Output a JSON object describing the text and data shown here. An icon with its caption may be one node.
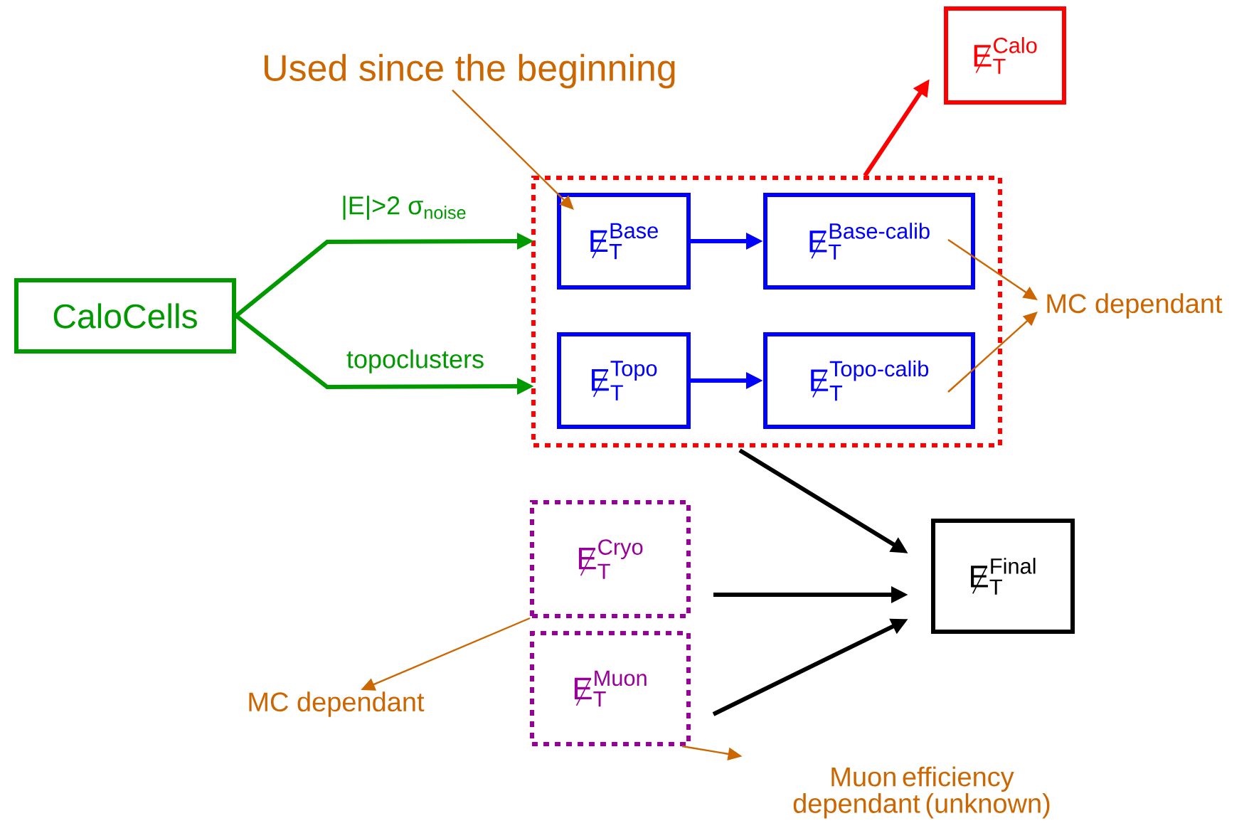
{
  "diagram": {
    "nodes": [
      {
        "text": [
          "CaloCells"
        ]
      },
      {
        "text": [],
        "shape": "box"
      },
      {
        "text": [
          "\\not\\mathrel{\\text{E}}_{\\text{T}}^{\\text{Base}}"
        ],
        "in": 1
      },
      {
        "text": [
          "\\not\\mathrel{\\text{E}}_{\\text{T}}^{\\text{Base-calib}}"
        ],
        "in": 1
      },
      {
        "text": [
          "\\not\\mathrel{\\text{E}}_{\\text{T}}^{\\text{Topo}}"
        ],
        "in": 1
      },
      {
        "text": [
          "\\not\\mathrel{\\text{E}}_{\\text{T}}^{\\text{Topo-calib}}"
        ],
        "in": 1
      },
      {
        "text": [
          "\\not\\mathrel{\\text{E}}_{\\text{T}}^{\\text{Calo}}"
        ]
      },
      {
        "text": [
          "\\not\\mathrel{\\text{E}}_{\\text{T}}^{\\text{Cryo}}"
        ]
      },
      {
        "text": [
          "\\not\\mathrel{\\text{E}}_{\\text{T}}^{\\text{Muon}}"
        ]
      },
      {
        "text": [
          "\\not\\mathrel{\\text{E}}_{\\text{T}}^{\\text{Final}}"
        ]
      },
      {
        "text": [
          "Used since the beginning"
        ]
      },
      {
        "text": [
          "MC dependant"
        ]
      },
      {
        "text": [
          "MC dependant"
        ]
      },
      {
        "text": [
          "Muon efficiency dependant (unknown)"
        ]
      }
    ],
    "edges": [
      {
        "from": 0,
        "to": 2,
        "arrow": "to",
        "label": "|E|>2 σ$_{noise}$",
        "color": "#009900"
      },
      {
        "from": 0,
        "to": 4,
        "arrow": "to",
        "label": "topoclusters",
        "color": "#009900"
      },
      {
        "from": 2,
        "to": 3,
        "arrow": "to",
        "color": "#0000ff"
      },
      {
        "from": 4,
        "to": 5,
        "arrow": "to",
        "color": "#0000ff"
      },
      {
        "from": 1,
        "to": 6,
        "arrow": "to",
        "color": "#ff0000"
      },
      {
        "from": 1,
        "to": 9,
        "arrow": "to",
        "color": "#000000"
      },
      {
        "from": 7,
        "to": 9,
        "arrow": "to",
        "color": "#000000"
      },
      {
        "from": 8,
        "to": 9,
        "arrow": "to",
        "color": "#000000"
      },
      {
        "from": 10,
        "to": 2,
        "arrow": "to",
        "color": "#cc6600"
      },
      {
        "from": 3,
        "to": 11,
        "arrow": "to",
        "color": "#cc6600"
      },
      {
        "from": 5,
        "to": 11,
        "arrow": "to",
        "color": "#cc6600"
      },
      {
        "from": 7,
        "to": 12,
        "arrow": "to",
        "color": "#cc6600"
      },
      {
        "from": 8,
        "to": 13,
        "arrow": "to",
        "color": "#cc6600"
      }
    ]
  }
}
